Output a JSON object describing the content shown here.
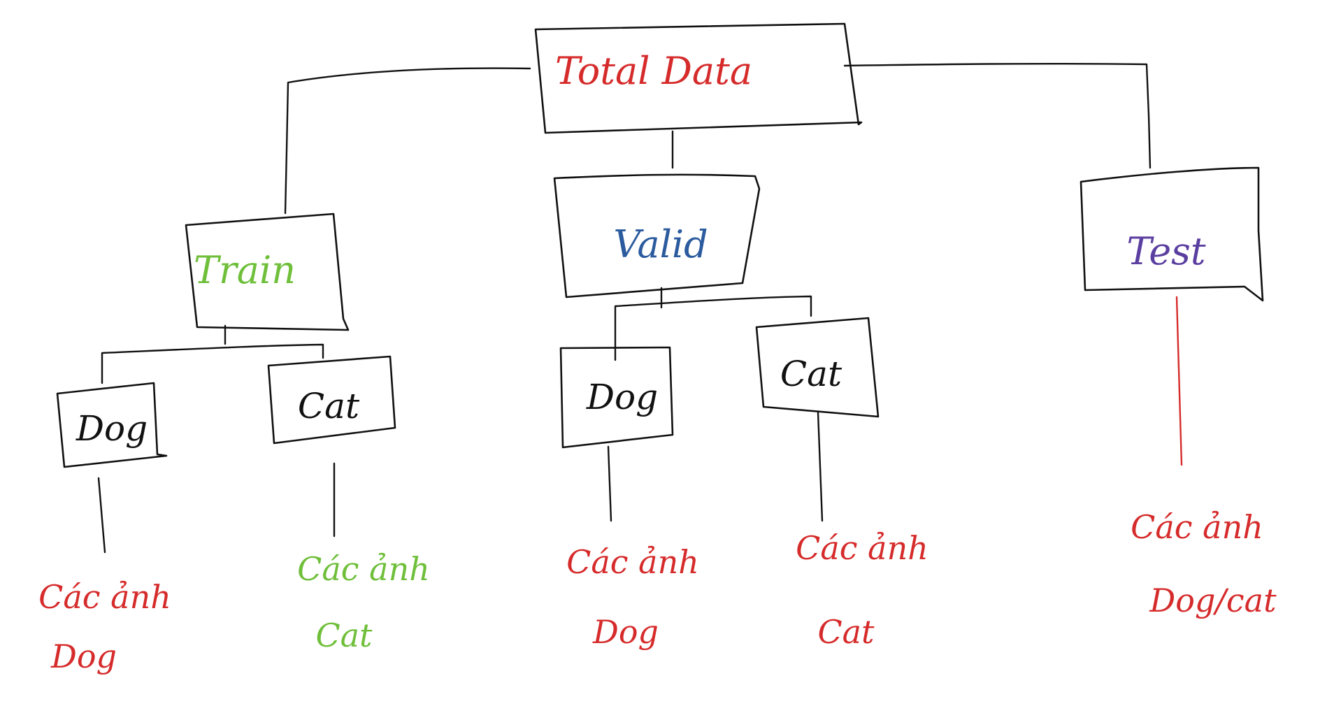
{
  "colors": {
    "ink": "#111111",
    "red": "#d62b2b",
    "green": "#6fbf3a",
    "blue": "#2b5b9e",
    "purple": "#5b3fa0"
  },
  "nodes": {
    "total_data": {
      "label": "Total Data"
    },
    "train": {
      "label": "Train"
    },
    "valid": {
      "label": "Valid"
    },
    "test": {
      "label": "Test"
    },
    "train_dog": {
      "label": "Dog"
    },
    "train_cat": {
      "label": "Cat"
    },
    "valid_dog": {
      "label": "Dog"
    },
    "valid_cat": {
      "label": "Cat"
    }
  },
  "notes": {
    "train_dog": {
      "line1": "Các ảnh",
      "line2": "Dog"
    },
    "train_cat": {
      "line1": "Các ảnh",
      "line2": "Cat"
    },
    "valid_dog": {
      "line1": "Các ảnh",
      "line2": "Dog"
    },
    "valid_cat": {
      "line1": "Các ảnh",
      "line2": "Cat"
    },
    "test": {
      "line1": "Các ảnh",
      "line2": "Dog/cat"
    }
  }
}
